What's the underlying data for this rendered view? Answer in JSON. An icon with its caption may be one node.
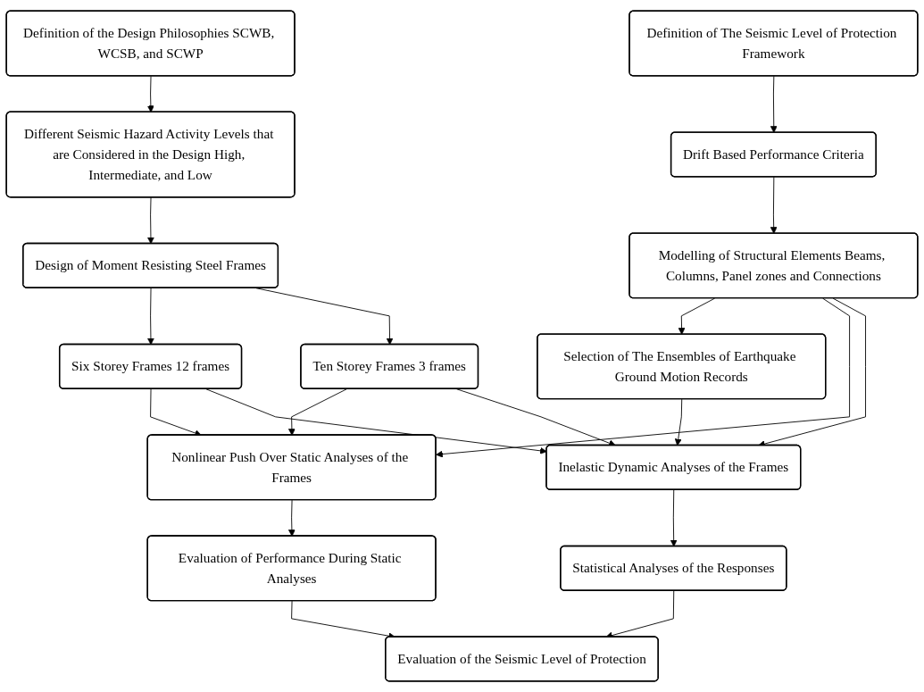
{
  "diagram": {
    "nodes": [
      {
        "text": [
          "Definition of the Design Philosophies SCWB, WCSB, and SCWP"
        ]
      },
      {
        "text": [
          "Definition of The Seismic Level of Protection Framework"
        ]
      },
      {
        "text": [
          "Different Seismic Hazard Activity Levels that are Considered in the Design High, Intermediate, and Low"
        ]
      },
      {
        "text": [
          "Drift Based Performance Criteria"
        ]
      },
      {
        "text": [
          "Modelling of Structural Elements Beams, Columns, Panel zones and Connections"
        ]
      },
      {
        "text": [
          "Design of Moment Resisting Steel Frames"
        ]
      },
      {
        "text": [
          "Selection of The Ensembles of Earthquake Ground Motion Records"
        ]
      },
      {
        "text": [
          "Six Storey Frames 12 frames"
        ]
      },
      {
        "text": [
          "Ten Storey Frames 3 frames"
        ]
      },
      {
        "text": [
          "Inelastic Dynamic Analyses of the Frames"
        ]
      },
      {
        "text": [
          "Nonlinear Push Over Static Analyses of the Frames"
        ]
      },
      {
        "text": [
          "Statistical Analyses of the Responses"
        ]
      },
      {
        "text": [
          "Evaluation of Performance During Static Analyses"
        ]
      },
      {
        "text": [
          "Evaluation of the Seismic Level of Protection"
        ]
      }
    ],
    "edges": [
      {
        "from": 0,
        "to": 2,
        "arrow": "to"
      },
      {
        "from": 2,
        "to": 5,
        "arrow": "to"
      },
      {
        "from": 5,
        "to": 7,
        "arrow": "to"
      },
      {
        "from": 5,
        "to": 8,
        "arrow": "to"
      },
      {
        "from": 7,
        "to": 10,
        "arrow": "to"
      },
      {
        "from": 8,
        "to": 10,
        "arrow": "to"
      },
      {
        "from": 10,
        "to": 12,
        "arrow": "to"
      },
      {
        "from": 1,
        "to": 3,
        "arrow": "to"
      },
      {
        "from": 3,
        "to": 4,
        "arrow": "to"
      },
      {
        "from": 4,
        "to": 6,
        "arrow": "to"
      },
      {
        "from": 4,
        "to": 10,
        "arrow": "to"
      },
      {
        "from": 4,
        "to": 9,
        "arrow": "to"
      },
      {
        "from": 7,
        "to": 9,
        "arrow": "to"
      },
      {
        "from": 8,
        "to": 9,
        "arrow": "to"
      },
      {
        "from": 6,
        "to": 9,
        "arrow": "to"
      },
      {
        "from": 9,
        "to": 11,
        "arrow": "to"
      },
      {
        "from": 11,
        "to": 13,
        "arrow": "to"
      },
      {
        "from": 12,
        "to": 13,
        "arrow": "to"
      }
    ]
  }
}
